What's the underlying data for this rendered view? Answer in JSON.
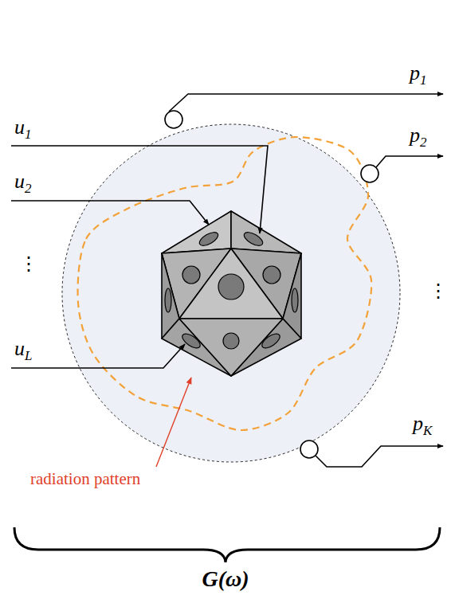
{
  "diagram": {
    "labels": [
      "u1",
      "u2",
      "⋮",
      "uL",
      "p1",
      "p2",
      "⋮",
      "pK",
      "radiation pattern",
      "G(ω)"
    ]
  }
}
